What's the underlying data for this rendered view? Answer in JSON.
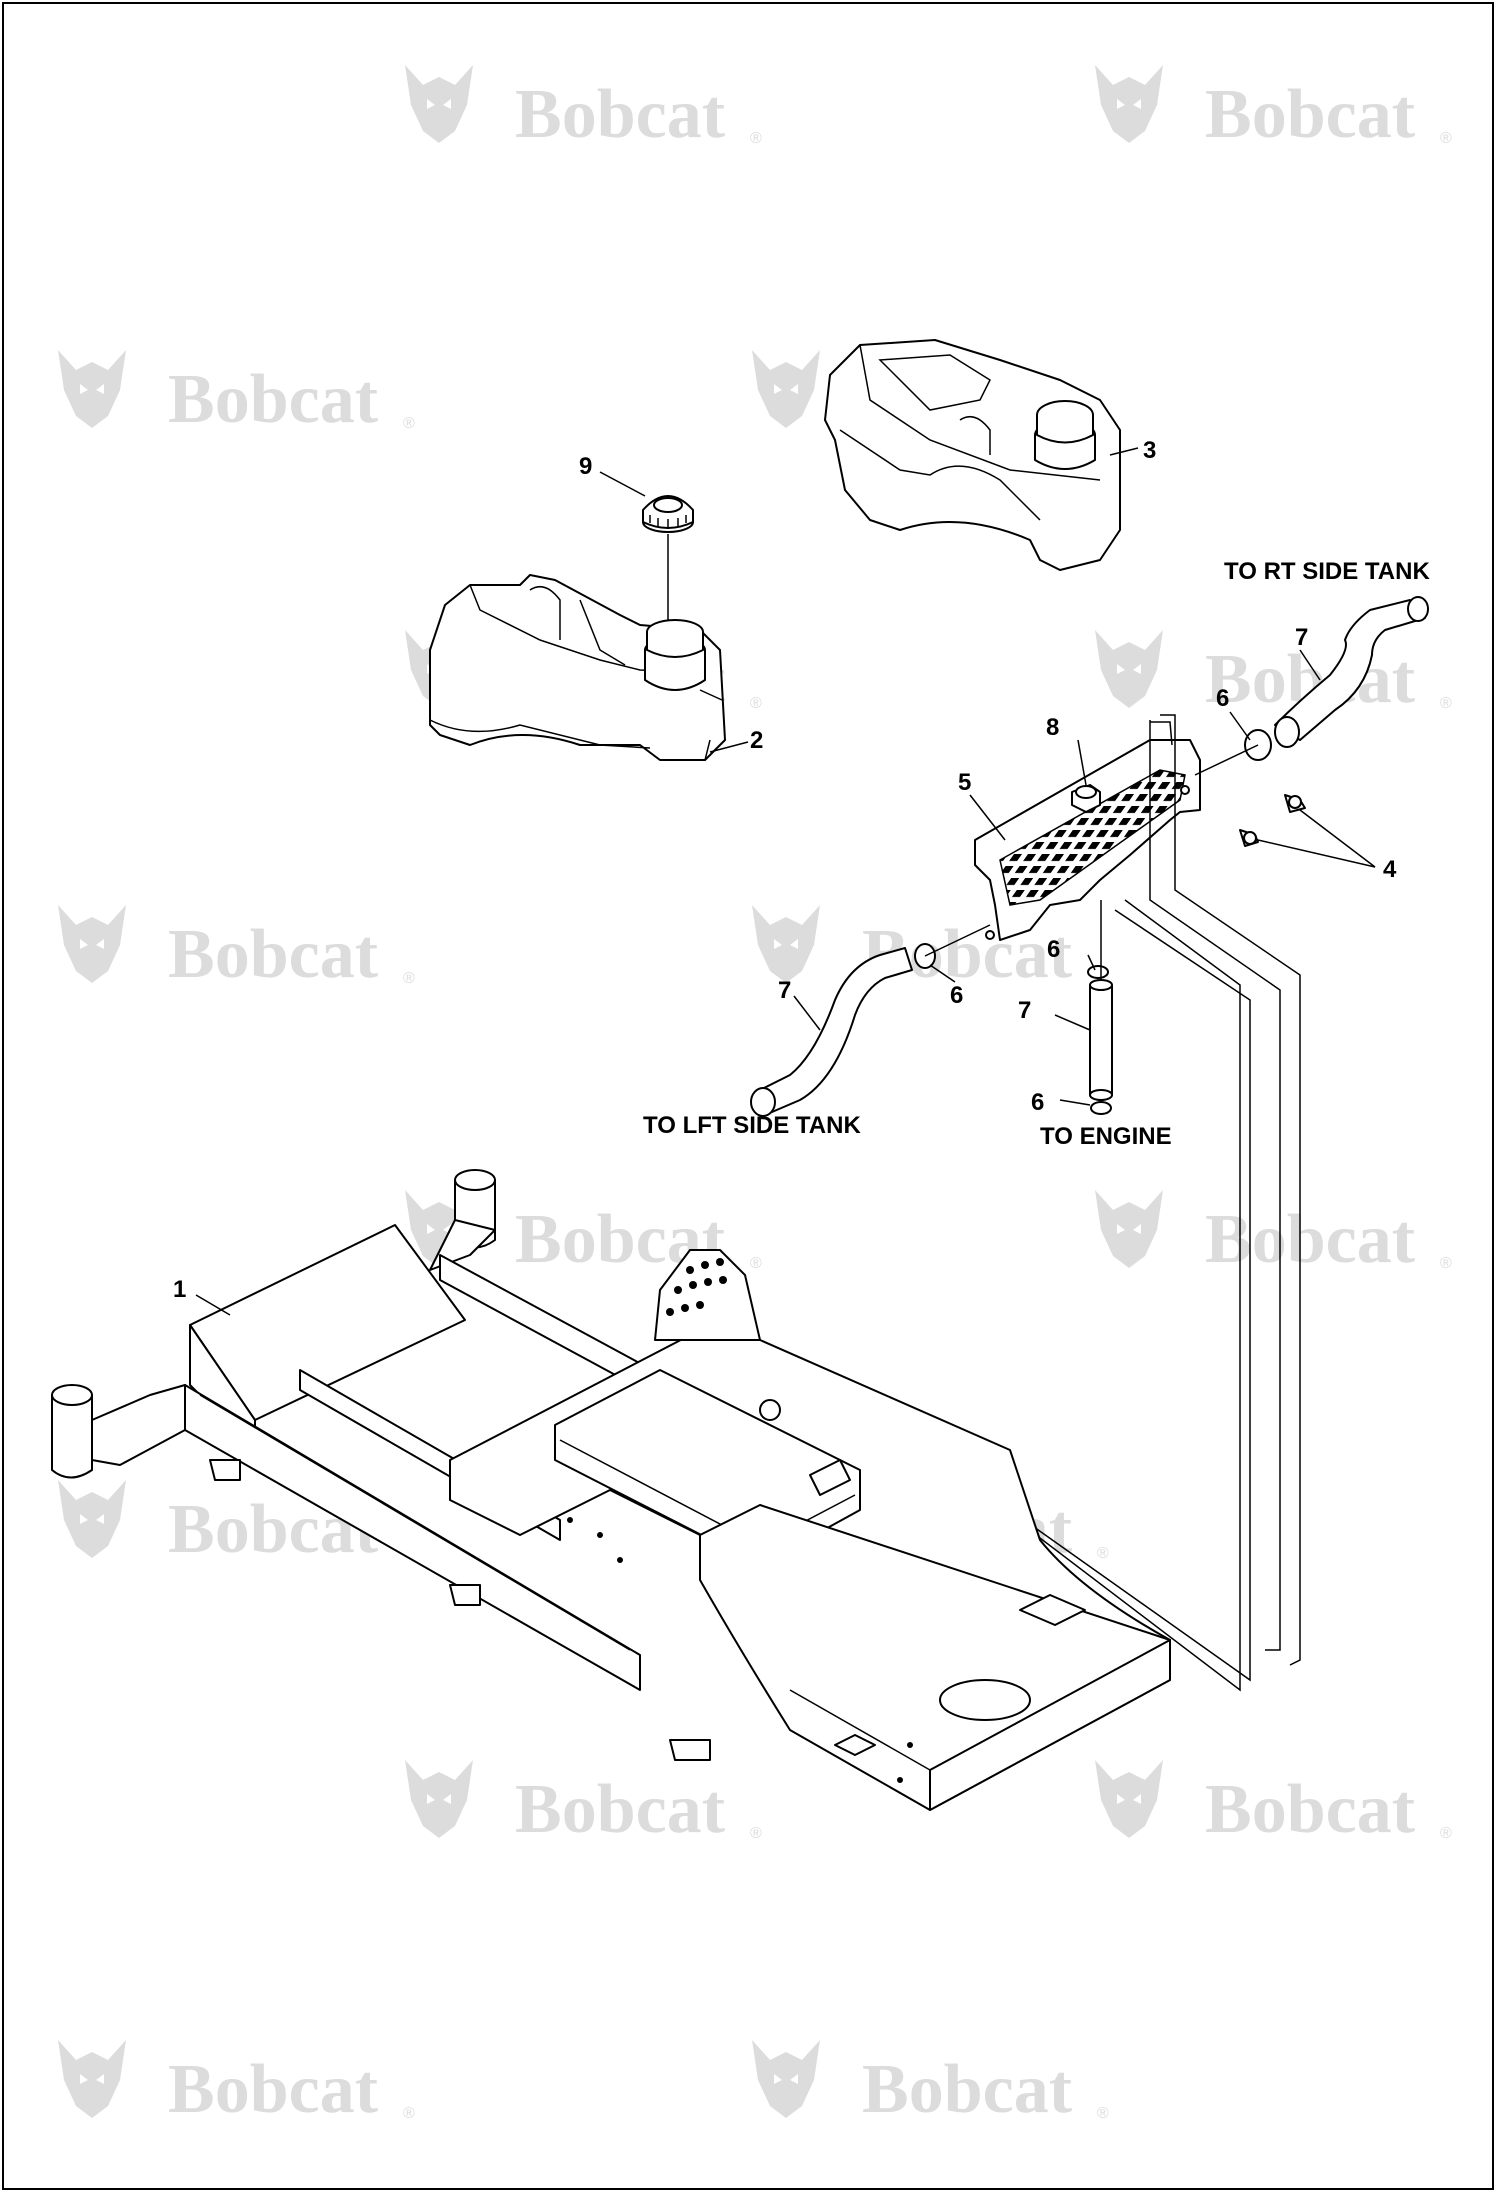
{
  "watermark": {
    "text": "Bobcat",
    "reg_mark": "®"
  },
  "callouts": {
    "c1": "1",
    "c2": "2",
    "c3": "3",
    "c4": "4",
    "c5": "5",
    "c6a": "6",
    "c6b": "6",
    "c6c": "6",
    "c6d": "6",
    "c7a": "7",
    "c7b": "7",
    "c7c": "7",
    "c8": "8",
    "c9": "9"
  },
  "notes": {
    "rt_side_tank": "TO RT SIDE TANK",
    "lft_side_tank": "TO LFT SIDE TANK",
    "engine": "TO ENGINE"
  },
  "colors": {
    "line": "#000000",
    "watermark": "#dcdcdc",
    "background": "#ffffff"
  }
}
